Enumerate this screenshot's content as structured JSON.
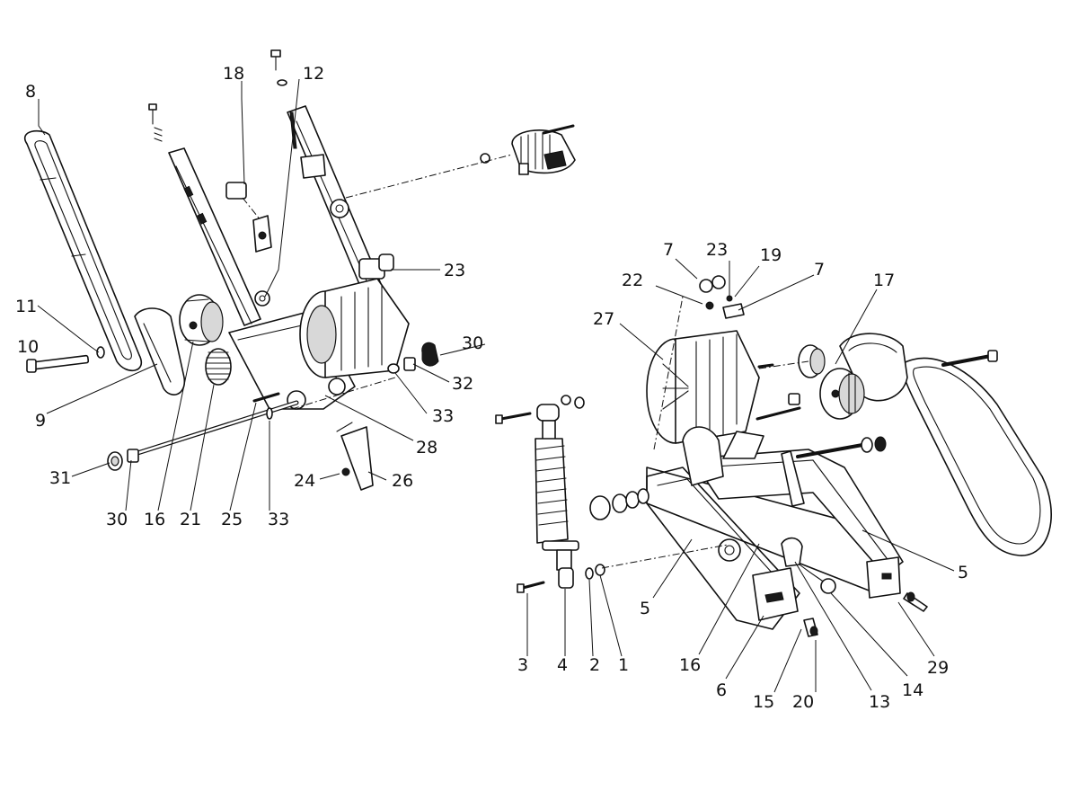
{
  "callouts": [
    {
      "id": "c8",
      "number": "8"
    },
    {
      "id": "c18",
      "number": "18"
    },
    {
      "id": "c12",
      "number": "12"
    },
    {
      "id": "c23a",
      "number": "23"
    },
    {
      "id": "c11",
      "number": "11"
    },
    {
      "id": "c10",
      "number": "10"
    },
    {
      "id": "c30a",
      "number": "30"
    },
    {
      "id": "c32",
      "number": "32"
    },
    {
      "id": "c33a",
      "number": "33"
    },
    {
      "id": "c9",
      "number": "9"
    },
    {
      "id": "c28",
      "number": "28"
    },
    {
      "id": "c31",
      "number": "31"
    },
    {
      "id": "c24",
      "number": "24"
    },
    {
      "id": "c26",
      "number": "26"
    },
    {
      "id": "c30b",
      "number": "30"
    },
    {
      "id": "c16a",
      "number": "16"
    },
    {
      "id": "c21",
      "number": "21"
    },
    {
      "id": "c25",
      "number": "25"
    },
    {
      "id": "c33b",
      "number": "33"
    },
    {
      "id": "c7a",
      "number": "7"
    },
    {
      "id": "c23b",
      "number": "23"
    },
    {
      "id": "c19",
      "number": "19"
    },
    {
      "id": "c7b",
      "number": "7"
    },
    {
      "id": "c22",
      "number": "22"
    },
    {
      "id": "c17",
      "number": "17"
    },
    {
      "id": "c27",
      "number": "27"
    },
    {
      "id": "c5a",
      "number": "5"
    },
    {
      "id": "c5b",
      "number": "5"
    },
    {
      "id": "c3",
      "number": "3"
    },
    {
      "id": "c4",
      "number": "4"
    },
    {
      "id": "c2",
      "number": "2"
    },
    {
      "id": "c1",
      "number": "1"
    },
    {
      "id": "c16b",
      "number": "16"
    },
    {
      "id": "c29",
      "number": "29"
    },
    {
      "id": "c6",
      "number": "6"
    },
    {
      "id": "c15",
      "number": "15"
    },
    {
      "id": "c20",
      "number": "20"
    },
    {
      "id": "c13",
      "number": "13"
    },
    {
      "id": "c14",
      "number": "14"
    }
  ]
}
